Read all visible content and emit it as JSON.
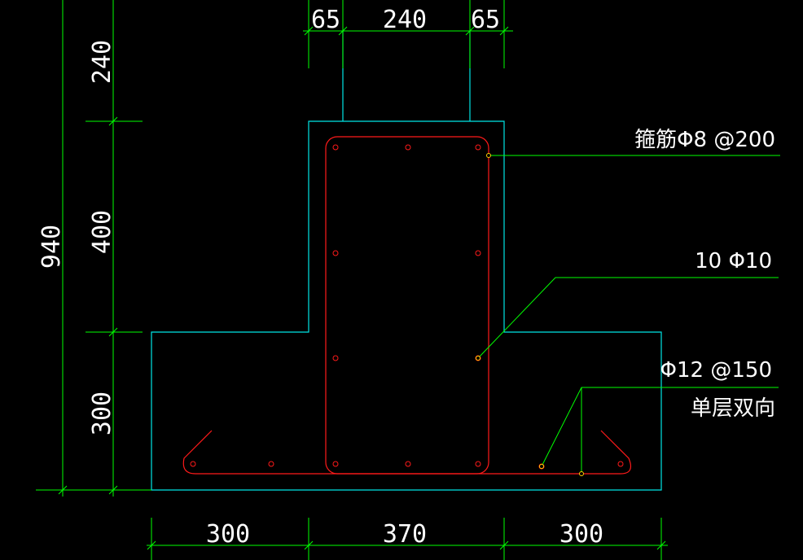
{
  "drawing": {
    "colors": {
      "background": "#000000",
      "dimension": "#00ff00",
      "outline": "#00e5e5",
      "rebar": "#ff1a1a",
      "text": "#ffffff"
    },
    "top_dims": [
      "65",
      "240",
      "65"
    ],
    "bottom_dims": [
      "300",
      "370",
      "300"
    ],
    "left_dims": {
      "total": "940",
      "upper": "240",
      "middle": "400",
      "lower": "300"
    },
    "notes": {
      "stirrup": "箍筋Φ8 @200",
      "longitudinal": "10 Φ10",
      "bottom_bars": "Φ12 @150",
      "bottom_bars_note": "单层双向"
    }
  }
}
